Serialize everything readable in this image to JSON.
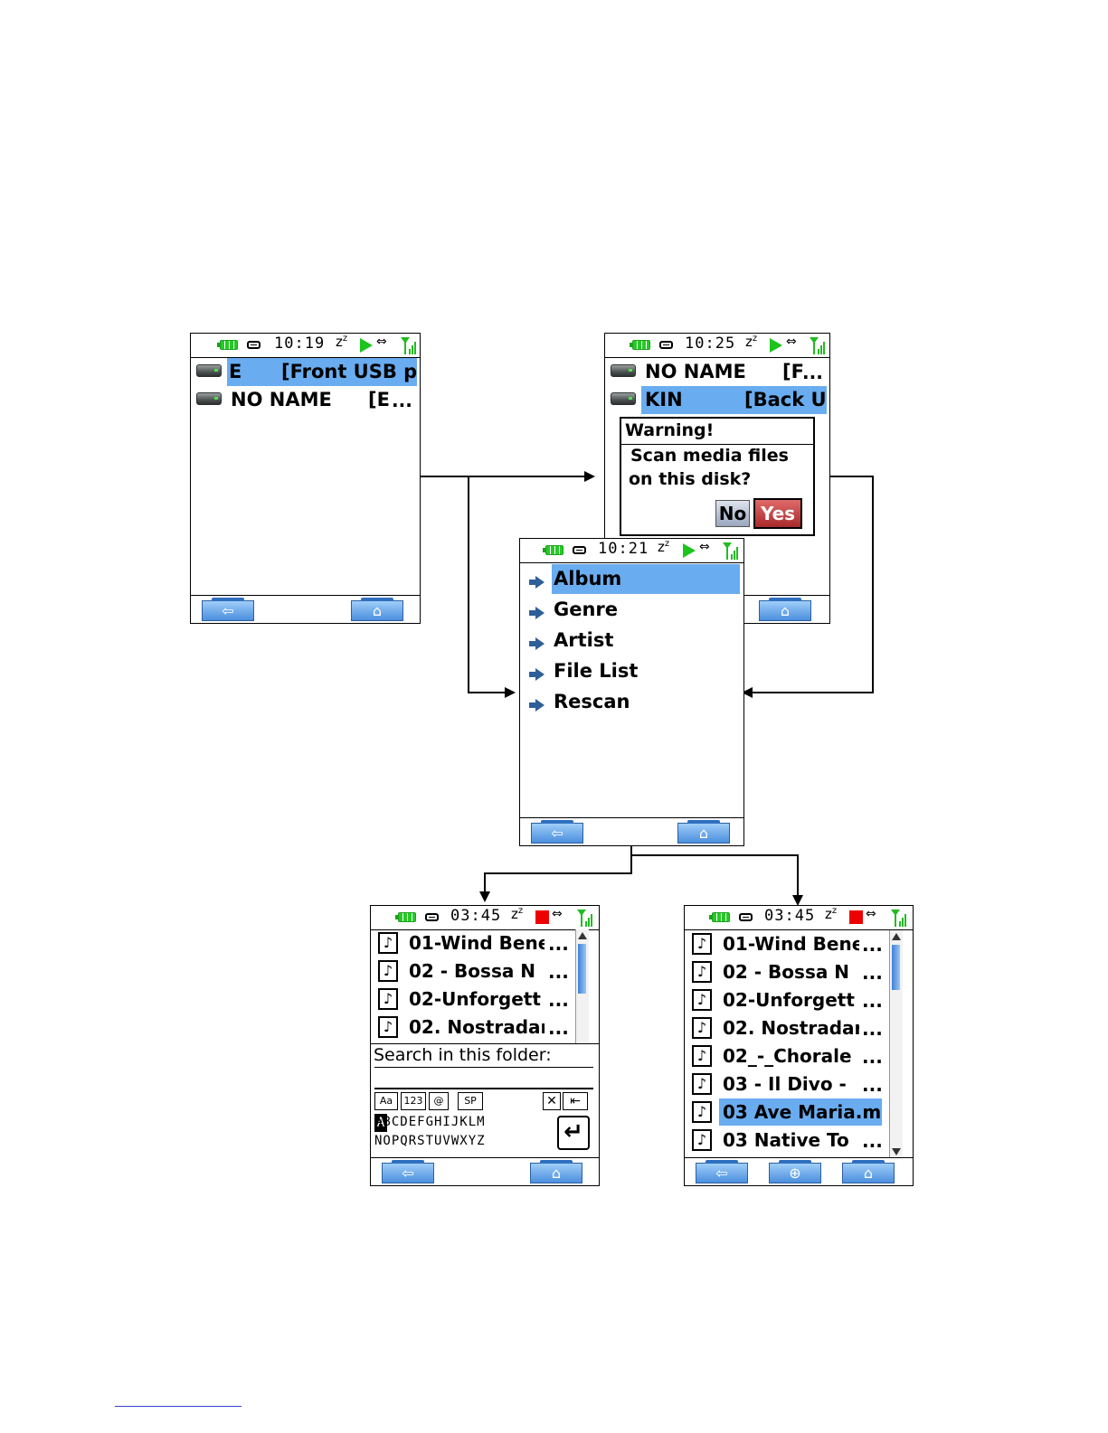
{
  "colors": {
    "highlight": "#6aacf0",
    "battery": "#28c828",
    "play": "#1cc41c",
    "stop": "#ee0000",
    "arrow": "#2f5f99",
    "yes_button": "#c03b3b"
  },
  "screen1": {
    "time": "10:19",
    "rows": [
      {
        "name": "E",
        "detail": "[Front USB p",
        "selected": true
      },
      {
        "name": "NO NAME",
        "detail": "[E",
        "ellipsis": "...",
        "selected": false
      }
    ]
  },
  "screen2": {
    "time": "10:25",
    "rows": [
      {
        "name": "NO NAME",
        "detail": "[F",
        "ellipsis": "...",
        "selected": false
      },
      {
        "name": "KIN",
        "detail": "[Back U",
        "selected": true
      }
    ],
    "dialog": {
      "title": "Warning!",
      "line1": "Scan media files",
      "line2": "on this disk?",
      "no": "No",
      "yes": "Yes"
    }
  },
  "screen3": {
    "time": "10:21",
    "menu": [
      "Album",
      "Genre",
      "Artist",
      "File List",
      "Rescan"
    ],
    "selected_index": 0
  },
  "screen4": {
    "time": "03:45",
    "files": [
      "01-Wind Bene",
      "02 - Bossa N",
      "02-Unforgett",
      "02. Nostradar"
    ],
    "ellipsis": "...",
    "search_label": "Search in this folder:",
    "kb_buttons": [
      "Aa",
      "123",
      "@",
      "SP"
    ],
    "kb_row1": "ABCDEFGHIJKLM",
    "kb_row2": "NOPQRSTUVWXYZ",
    "kb_selected": "A"
  },
  "screen5": {
    "time": "03:45",
    "files": [
      "01-Wind Bene",
      "02 - Bossa N",
      "02-Unforgett",
      "02. Nostradar",
      "02_-_Chorale",
      "03 - Il Divo -",
      "03 Ave Maria.m",
      "03 Native To"
    ],
    "selected_index": 6,
    "ellipsis": "..."
  },
  "icons": {
    "back": "back-arrow-icon",
    "home": "home-icon",
    "add": "add-circle-icon",
    "disk": "drive-icon",
    "note": "music-note-icon",
    "menu_arrow": "right-arrow-icon",
    "signal": "signal-icon",
    "battery": "battery-icon"
  }
}
